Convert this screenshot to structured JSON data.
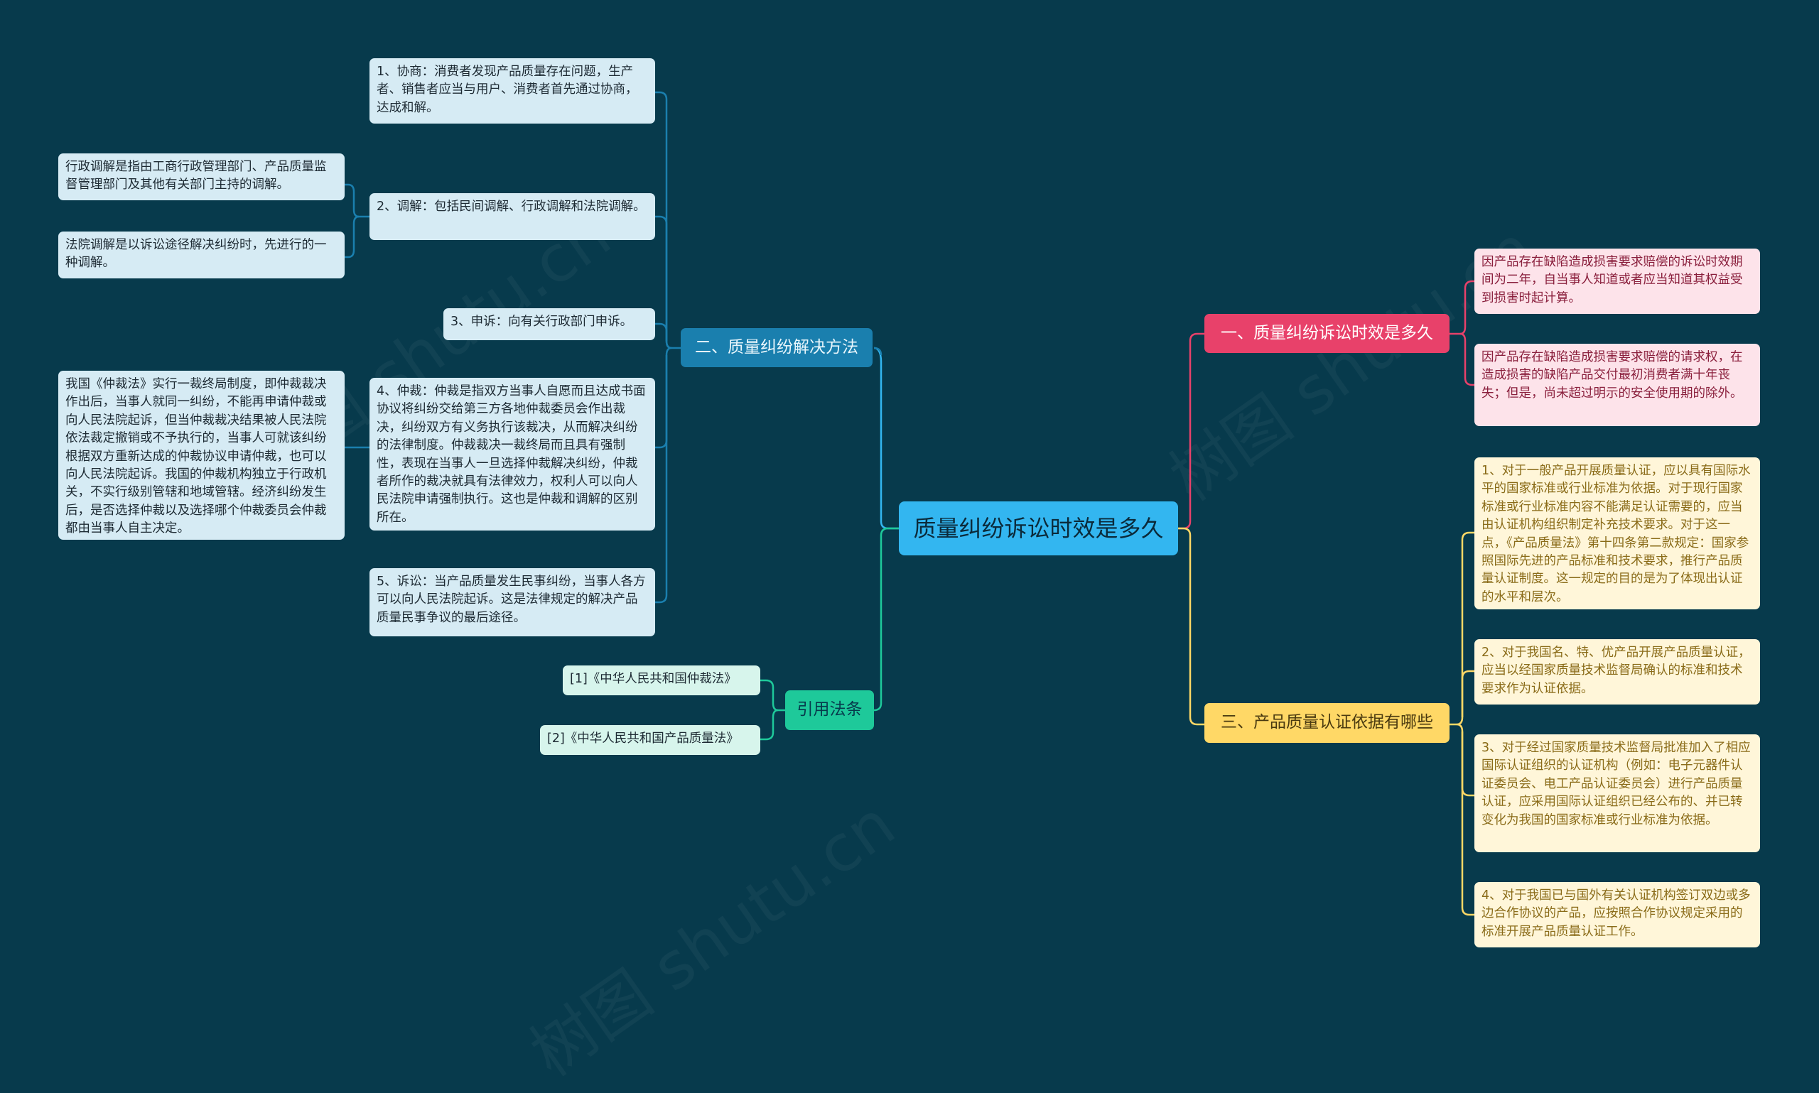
{
  "root": "质量纠纷诉讼时效是多久",
  "branches": {
    "methods": {
      "title": "二、质量纠纷解决方法",
      "items": [
        "1、协商：消费者发现产品质量存在问题，生产者、销售者应当与用户、消费者首先通过协商，达成和解。",
        "2、调解：包括民间调解、行政调解和法院调解。",
        "3、申诉：向有关行政部门申诉。",
        "4、仲裁：仲裁是指双方当事人自愿而且达成书面协议将纠纷交给第三方各地仲裁委员会作出裁决，纠纷双方有义务执行该裁决，从而解决纠纷的法律制度。仲裁裁决一裁终局而且具有强制性，表现在当事人一旦选择仲裁解决纠纷，仲裁者所作的裁决就具有法律效力，权利人可以向人民法院申请强制执行。这也是仲裁和调解的区别所在。",
        "5、诉讼：当产品质量发生民事纠纷，当事人各方可以向人民法院起诉。这是法律规定的解决产品质量民事争议的最后途径。"
      ],
      "mediation_sub": [
        "行政调解是指由工商行政管理部门、产品质量监督管理部门及其他有关部门主持的调解。",
        "法院调解是以诉讼途径解决纠纷时，先进行的一种调解。"
      ],
      "arbitration_sub": "我国《仲裁法》实行一裁终局制度，即仲裁裁决作出后，当事人就同一纠纷，不能再申请仲裁或向人民法院起诉，但当仲裁裁决结果被人民法院依法裁定撤销或不予执行的，当事人可就该纠纷根据双方重新达成的仲裁协议申请仲裁，也可以向人民法院起诉。我国的仲裁机构独立于行政机关，不实行级别管辖和地域管辖。经济纠纷发生后，是否选择仲裁以及选择哪个仲裁委员会仲裁都由当事人自主决定。"
    },
    "laws": {
      "title": "引用法条",
      "items": [
        "[1]《中华人民共和国仲裁法》",
        "[2]《中华人民共和国产品质量法》"
      ]
    },
    "limitation": {
      "title": "一、质量纠纷诉讼时效是多久",
      "items": [
        "因产品存在缺陷造成损害要求赔偿的诉讼时效期间为二年，自当事人知道或者应当知道其权益受到损害时起计算。",
        "因产品存在缺陷造成损害要求赔偿的请求权，在造成损害的缺陷产品交付最初消费者满十年丧失；但是，尚未超过明示的安全使用期的除外。"
      ]
    },
    "certification": {
      "title": "三、产品质量认证依据有哪些",
      "items": [
        "1、对于一般产品开展质量认证，应以具有国际水平的国家标准或行业标准为依据。对于现行国家标准或行业标准内容不能满足认证需要的，应当由认证机构组织制定补充技术要求。对于这一点，《产品质量法》第十四条第二款规定：国家参照国际先进的产品标准和技术要求，推行产品质量认证制度。这一规定的目的是为了体现出认证的水平和层次。",
        "2、对于我国名、特、优产品开展产品质量认证，应当以经国家质量技术监督局确认的标准和技术要求作为认证依据。",
        "3、对于经过国家质量技术监督局批准加入了相应国际认证组织的认证机构（例如：电子元器件认证委员会、电工产品认证委员会）进行产品质量认证，应采用国际认证组织已经公布的、并已转变化为我国的国家标准或行业标准为依据。",
        "4、对于我国已与国外有关认证机构签订双边或多边合作协议的产品，应按照合作协议规定采用的标准开展产品质量认证工作。"
      ]
    }
  },
  "colors": {
    "background": "#073a4c",
    "root": "#33b6f0",
    "methods": "#1a7fae",
    "laws": "#1ec99a",
    "limitation": "#e8416a",
    "certification": "#ffd866"
  }
}
